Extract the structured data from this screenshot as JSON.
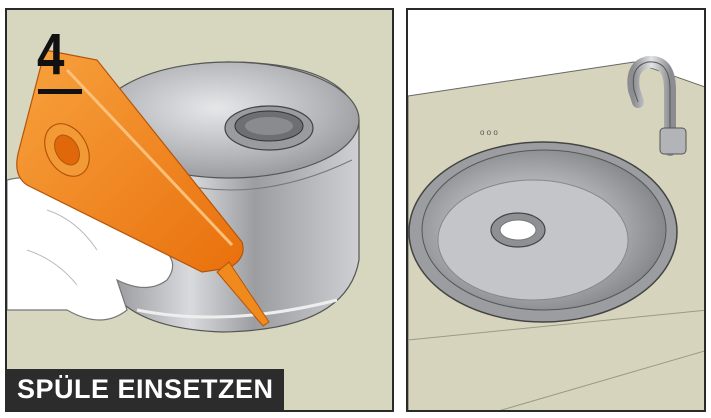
{
  "step": {
    "number": "4",
    "caption": "SPÜLE EINSETZEN"
  },
  "colors": {
    "background_left": "#d7d6bf",
    "caulk_gun": "#f0861a",
    "caption_bg": "#2c2c2c",
    "steel": "#b8b9bd"
  },
  "illustrations": {
    "left": "hand-applying-sealant-to-sink-rim",
    "right": "round-sink-installed-in-countertop-with-faucet"
  }
}
